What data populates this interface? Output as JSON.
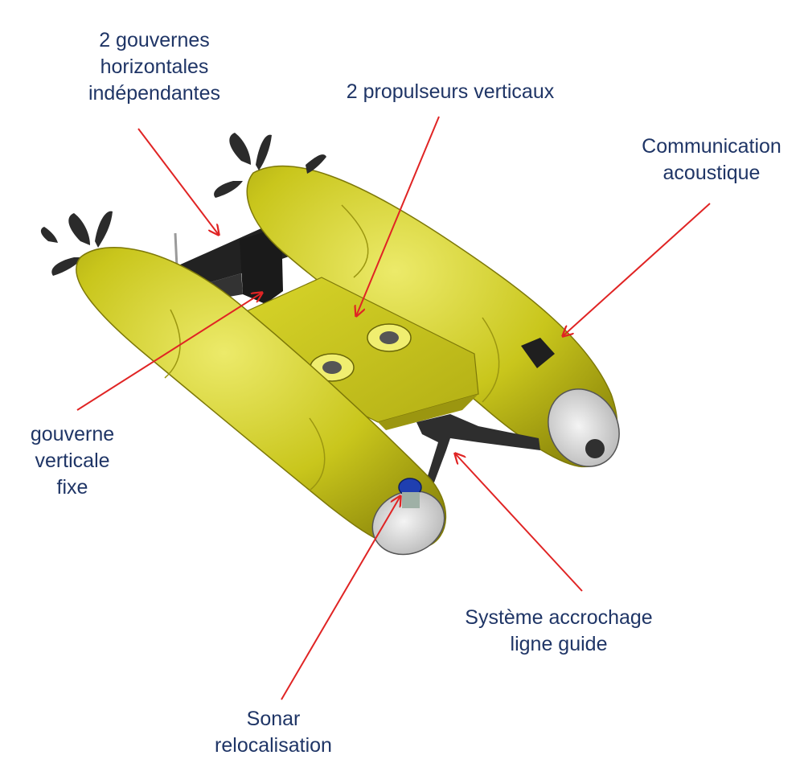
{
  "labels": {
    "rudders": [
      "2 gouvernes",
      "horizontales",
      "indépendantes"
    ],
    "thrusters": [
      "2 propulseurs verticaux"
    ],
    "acoustic": [
      "Communication",
      "acoustique"
    ],
    "fin": [
      "gouverne",
      "verticale",
      "fixe"
    ],
    "hook": [
      "Système accrochage",
      "ligne guide"
    ],
    "sonar": [
      "Sonar",
      "relocalisation"
    ]
  },
  "colors": {
    "hull": "#c8c61a",
    "hull_shadow": "#8f8a0a",
    "hull_light": "#e4e060",
    "arrow": "#e02424",
    "text": "#1f3566",
    "dark_parts": "#2a2a2a"
  }
}
